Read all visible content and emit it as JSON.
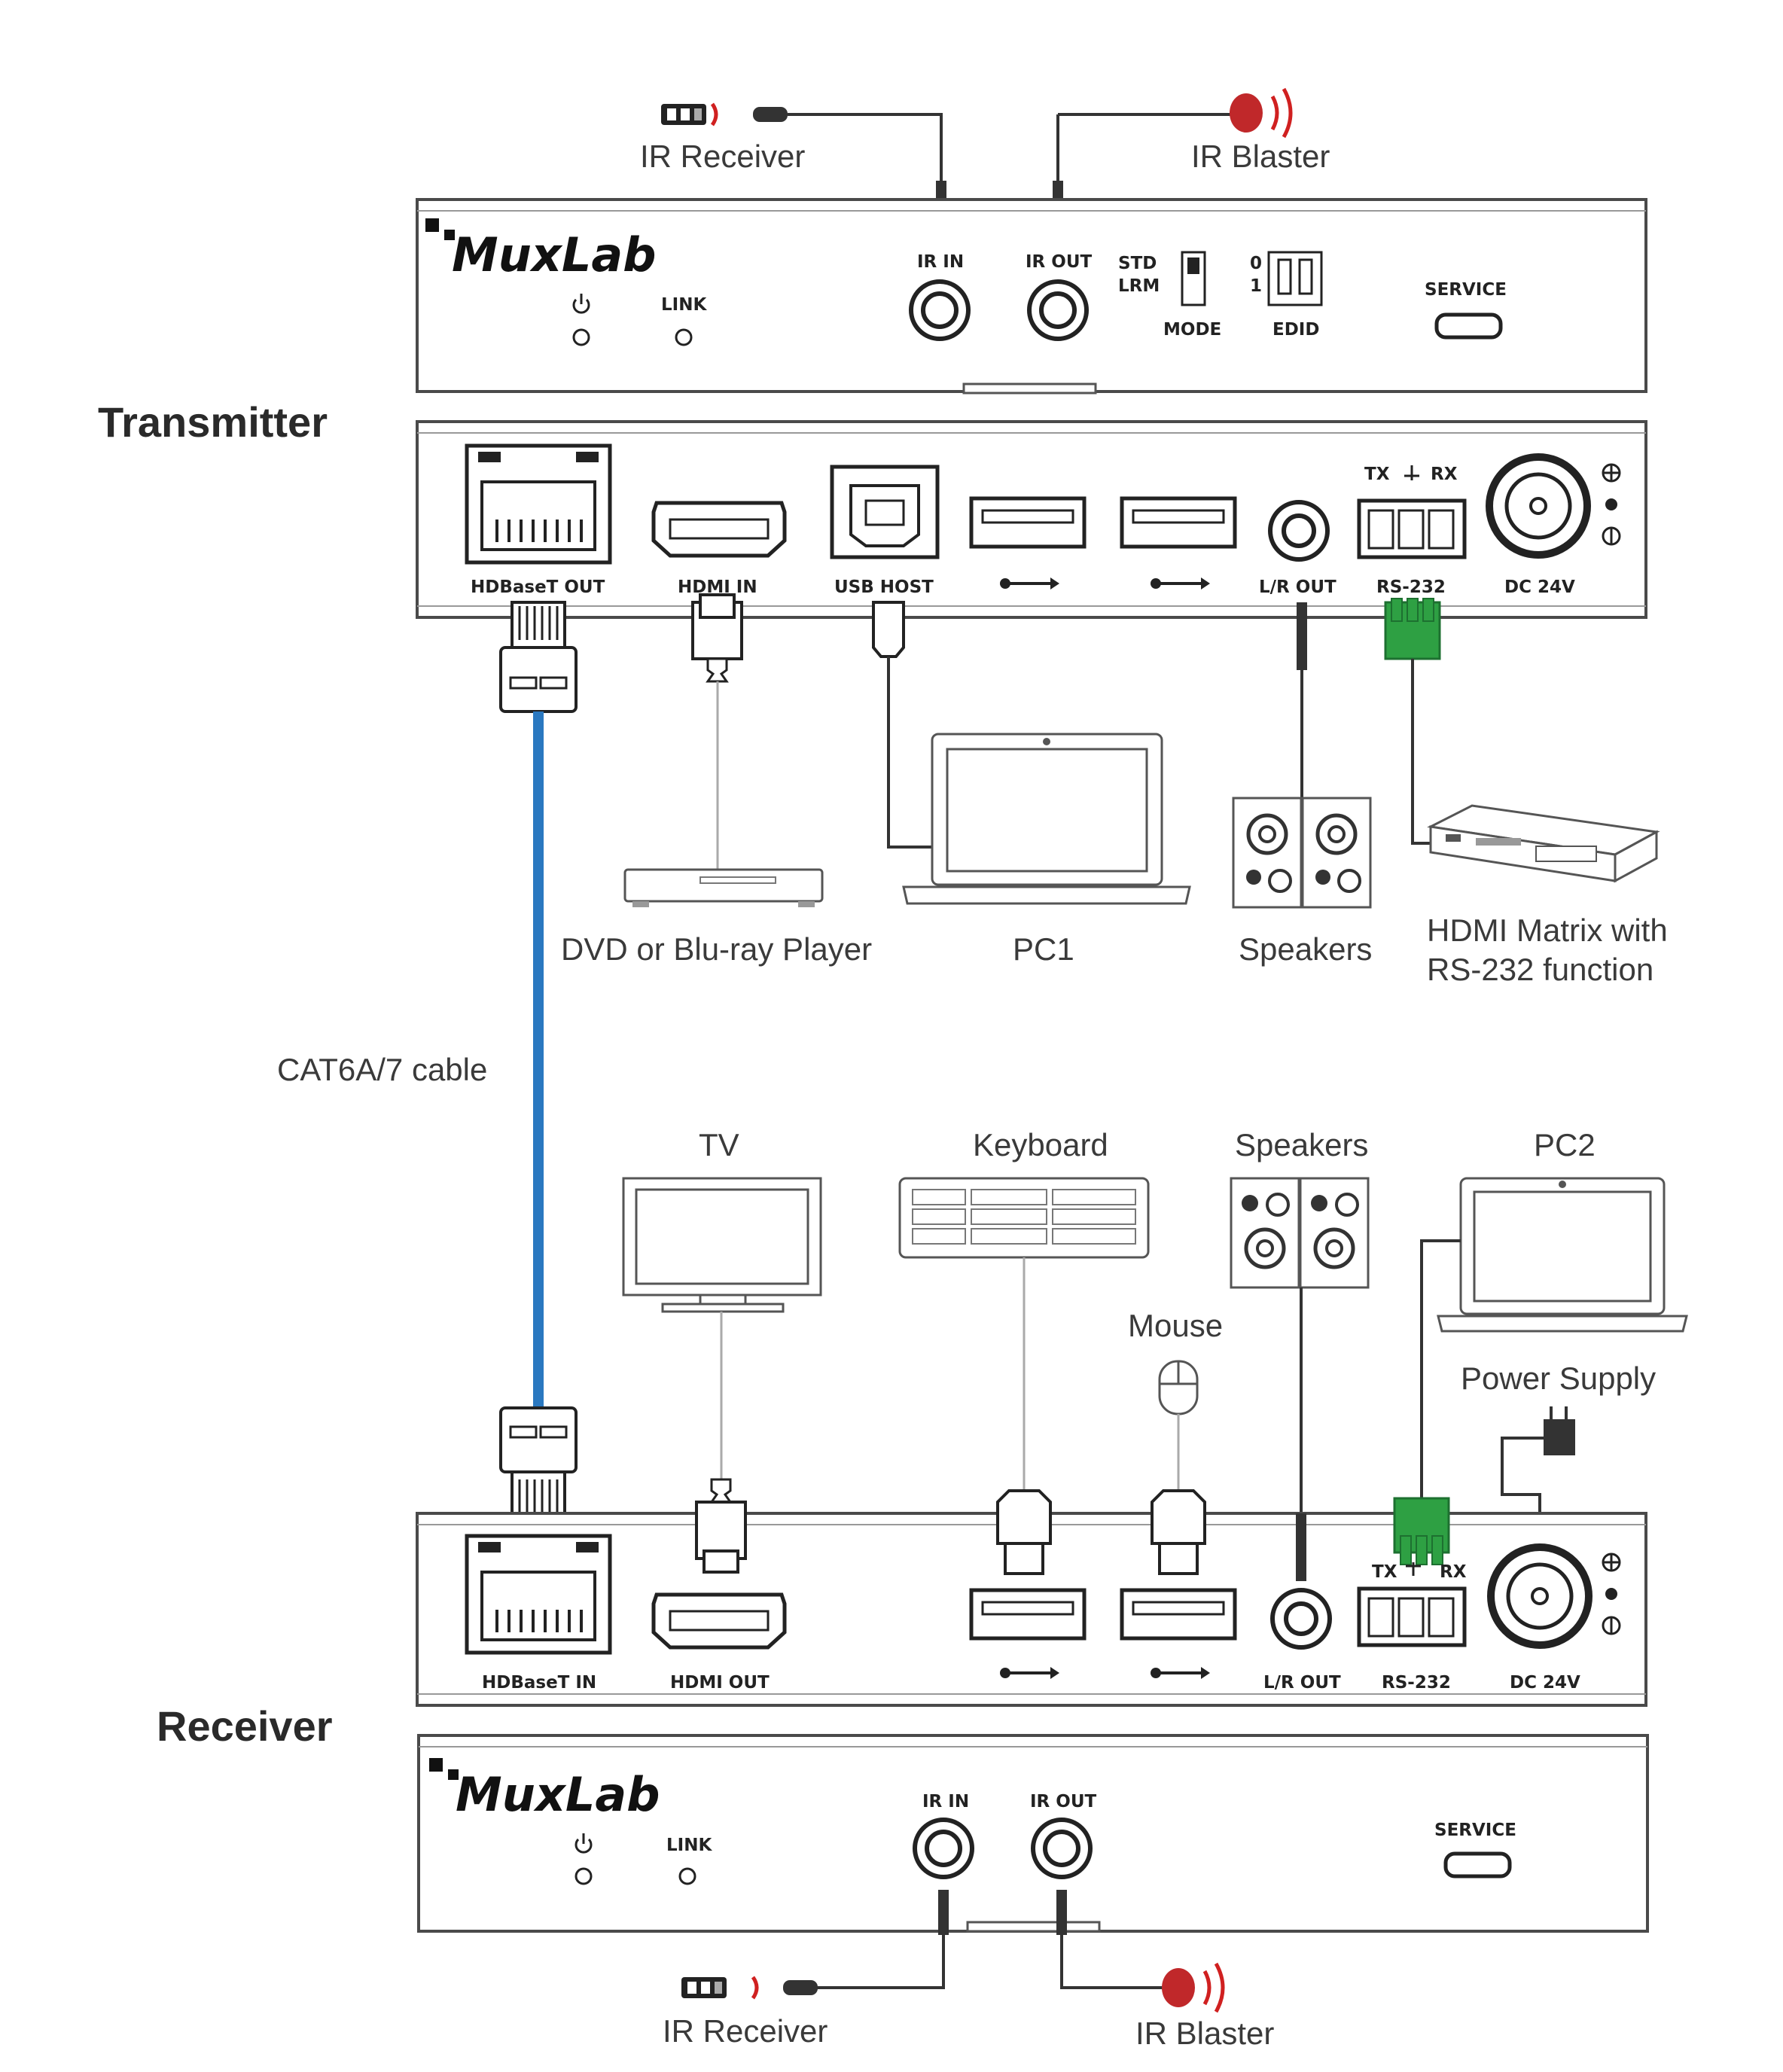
{
  "sections": {
    "transmitter": "Transmitter",
    "receiver": "Receiver"
  },
  "brand": "MuxLab",
  "cable_label": "CAT6A/7 cable",
  "transmitter_front": {
    "ir_receiver": "IR Receiver",
    "ir_blaster": "IR Blaster",
    "link": "LINK",
    "ir_in": "IR IN",
    "ir_out": "IR OUT",
    "std": "STD",
    "lrm": "LRM",
    "mode": "MODE",
    "edid_0": "0",
    "edid_1": "1",
    "edid": "EDID",
    "service": "SERVICE"
  },
  "transmitter_back": {
    "hdbaset_out": "HDBaseT OUT",
    "hdmi_in": "HDMI IN",
    "usb_host": "USB HOST",
    "lr_out": "L/R OUT",
    "tx": "TX",
    "rx": "RX",
    "rs232": "RS-232",
    "dc24v": "DC 24V"
  },
  "transmitter_devices": {
    "dvd": "DVD or Blu-ray Player",
    "pc1": "PC1",
    "speakers": "Speakers",
    "matrix_line1": "HDMI Matrix with",
    "matrix_line2": "RS-232 function"
  },
  "receiver_devices": {
    "tv": "TV",
    "keyboard": "Keyboard",
    "speakers": "Speakers",
    "pc2": "PC2",
    "mouse": "Mouse",
    "power_supply": "Power Supply"
  },
  "receiver_back": {
    "hdbaset_in": "HDBaseT IN",
    "hdmi_out": "HDMI OUT",
    "lr_out": "L/R OUT",
    "tx": "TX",
    "rx": "RX",
    "rs232": "RS-232",
    "dc24v": "DC 24V"
  },
  "receiver_front": {
    "link": "LINK",
    "ir_in": "IR IN",
    "ir_out": "IR OUT",
    "service": "SERVICE",
    "ir_receiver": "IR Receiver",
    "ir_blaster": "IR Blaster"
  },
  "colors": {
    "cat_cable": "#2a78c0",
    "rs232_terminal": "#2ea043",
    "ir_blaster": "#c0282a",
    "ir_wave": "#d02020"
  }
}
